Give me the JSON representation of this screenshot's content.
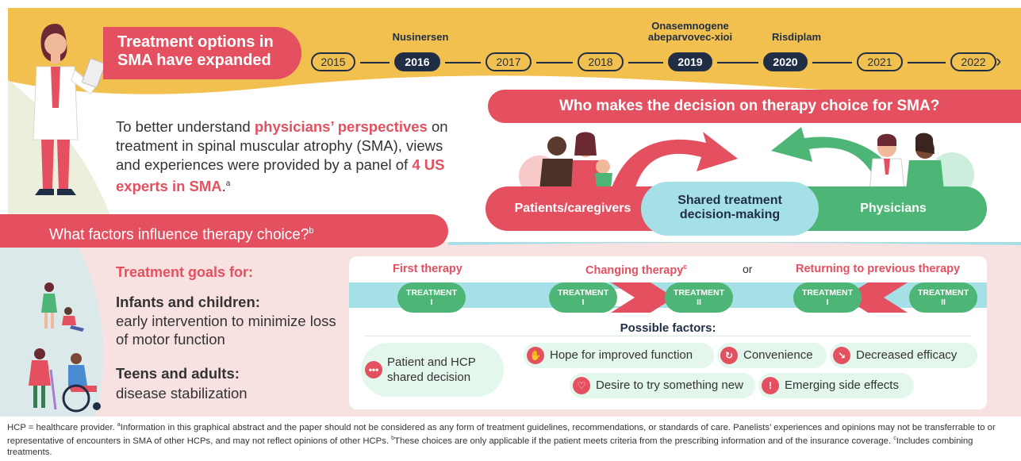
{
  "header": {
    "title_line1": "Treatment options in",
    "title_line2": "SMA have expanded"
  },
  "timeline": {
    "years": [
      {
        "label": "2015",
        "active": false
      },
      {
        "label": "2016",
        "active": true
      },
      {
        "label": "2017",
        "active": false
      },
      {
        "label": "2018",
        "active": false
      },
      {
        "label": "2019",
        "active": true
      },
      {
        "label": "2020",
        "active": true
      },
      {
        "label": "2021",
        "active": false
      },
      {
        "label": "2022",
        "active": false
      }
    ],
    "drugs": {
      "d2016": "Nusinersen",
      "d2019_line1": "Onasemnogene",
      "d2019_line2": "abeparvovec-xioi",
      "d2020": "Risdiplam"
    },
    "arrow": "›"
  },
  "intro": {
    "p1": "To better understand ",
    "hl1": "physicians’ perspectives",
    "p2": " on treatment in spinal muscular atrophy (SMA), views and experiences were provided by a panel of ",
    "hl2": "4 US experts in SMA",
    "p3": ".",
    "sup": "a"
  },
  "decision": {
    "title": "Who makes the decision on therapy choice for SMA?",
    "patients": "Patients/caregivers",
    "shared_line1": "Shared treatment",
    "shared_line2": "decision-making",
    "physicians": "Physicians"
  },
  "factors": {
    "title": "What factors influence therapy choice?",
    "sup": "b"
  },
  "goals": {
    "title": "Treatment goals for:",
    "infants_head": "Infants and children:",
    "infants_text": "early intervention to minimize loss of motor function",
    "teens_head": "Teens and adults:",
    "teens_text": "disease stabilization"
  },
  "therapy": {
    "first": "First therapy",
    "changing": "Changing therapy",
    "changing_sup": "c",
    "or": "or",
    "returning": "Returning to previous therapy",
    "treatment_word": "TREATMENT",
    "numeral_1": "I",
    "numeral_2": "II",
    "possible_title": "Possible factors:",
    "shared_line1": "Patient and HCP",
    "shared_line2": "shared decision",
    "factors": [
      "Hope for improved function",
      "Convenience",
      "Decreased efficacy",
      "Desire to try something new",
      "Emerging side effects"
    ]
  },
  "colors": {
    "accent_red": "#e4505f",
    "navy": "#1f2e45",
    "green": "#4db676",
    "light_blue": "#a6e0e7",
    "mustard": "#f2c04e"
  },
  "footnote": {
    "t1": "HCP = healthcare provider. ",
    "s_a": "a",
    "t2": "Information in this graphical abstract and the paper should not be considered as any form of treatment guidelines, recommendations, or standards of care. Panelists’ experiences and opinions may not be transferrable to or representative of encounters in SMA of other HCPs, and may not reflect opinions of other HCPs. ",
    "s_b": "b",
    "t3": "These choices are only applicable if the patient meets criteria from the prescribing information and of the insurance coverage. ",
    "s_c": "c",
    "t4": "Includes combining treatments."
  }
}
